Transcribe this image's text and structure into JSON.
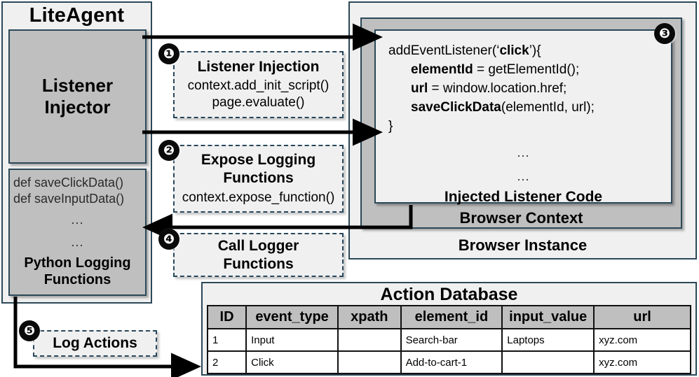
{
  "agent": {
    "title": "LiteAgent",
    "injector_lines": [
      "Listener",
      "Injector"
    ],
    "python_box": {
      "lines": [
        "def saveClickData()",
        "def saveInputData()"
      ],
      "ellipsis1": "...",
      "ellipsis2": "...",
      "caption_line1": "Python Logging",
      "caption_line2": "Functions"
    }
  },
  "steps": [
    {
      "number": "❶",
      "heading": "Listener Injection",
      "sub_lines": [
        "context.add_init_script()",
        "page.evaluate()"
      ]
    },
    {
      "number": "❷",
      "heading_line1": "Expose Logging",
      "heading_line2": "Functions",
      "sub_lines": [
        "context.expose_function()"
      ]
    },
    {
      "number": "❸"
    },
    {
      "number": "❹",
      "heading_line1": "Call Logger",
      "heading_line2": "Functions"
    },
    {
      "number": "❺",
      "heading": "Log Actions"
    }
  ],
  "browser": {
    "instance_label": "Browser Instance",
    "context_label": "Browser Context",
    "code_caption": "Injected Listener Code",
    "code_ellipsis1": "...",
    "code_ellipsis2": "...",
    "code_lines": [
      {
        "indent": 0,
        "segments": [
          {
            "t": "addEventListener(‘",
            "b": false
          },
          {
            "t": "click",
            "b": true
          },
          {
            "t": "’){",
            "b": false
          }
        ]
      },
      {
        "indent": 1,
        "segments": [
          {
            "t": "elementId",
            "b": true
          },
          {
            "t": " = getElementId();",
            "b": false
          }
        ]
      },
      {
        "indent": 1,
        "segments": [
          {
            "t": "url",
            "b": true
          },
          {
            "t": " = window.location.href;",
            "b": false
          }
        ]
      },
      {
        "indent": 1,
        "segments": [
          {
            "t": "saveClickData",
            "b": true
          },
          {
            "t": "(elementId, url);",
            "b": false
          }
        ]
      },
      {
        "indent": 0,
        "segments": [
          {
            "t": "}",
            "b": false
          }
        ]
      }
    ]
  },
  "database": {
    "title": "Action Database",
    "columns": [
      "ID",
      "event_type",
      "xpath",
      "element_id",
      "input_value",
      "url"
    ],
    "rows": [
      [
        "1",
        "Input",
        "",
        "Search-bar",
        "Laptops",
        "xyz.com"
      ],
      [
        "2",
        "Click",
        "",
        "Add-to-cart-1",
        "",
        "xyz.com"
      ]
    ]
  },
  "colors": {
    "border": "#2b4858",
    "gray_fill": "#bfbfbf",
    "light_fill": "#f0f0f0",
    "arrow": "#000000"
  }
}
